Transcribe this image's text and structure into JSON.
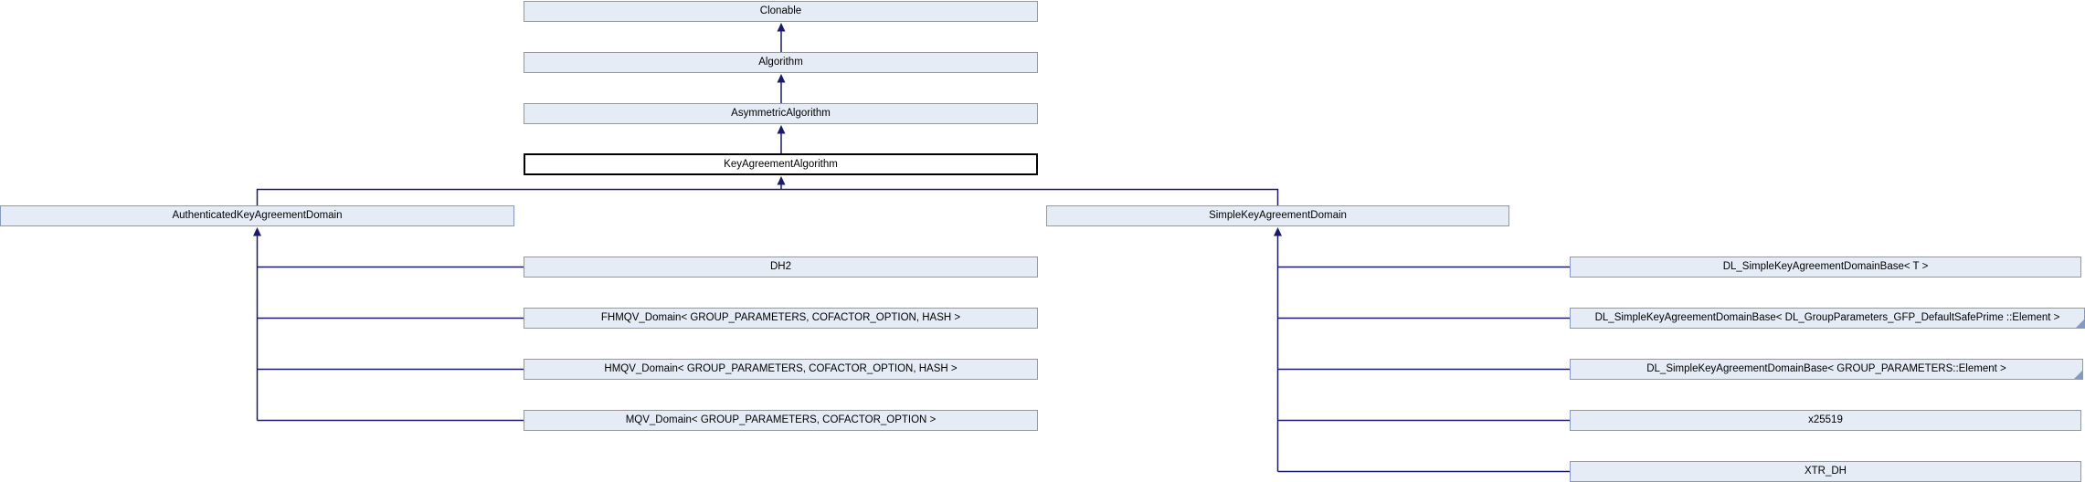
{
  "diagram": {
    "title": "KeyAgreementAlgorithm inheritance diagram",
    "colors": {
      "node_fill": "#E6ECF6",
      "node_border": "#8599C5",
      "edge": "#191970",
      "current_node_fill": "#FFFFFF",
      "current_node_border": "#000000",
      "text": "#000000",
      "background": "#FFFFFF"
    },
    "nodes": {
      "clonable": {
        "label": "Clonable"
      },
      "algorithm": {
        "label": "Algorithm"
      },
      "asymmetric_algorithm": {
        "label": "AsymmetricAlgorithm"
      },
      "key_agreement_algorithm": {
        "label": "KeyAgreementAlgorithm",
        "current": true
      },
      "authenticated_key_agreement_domain": {
        "label": "AuthenticatedKeyAgreementDomain"
      },
      "simple_key_agreement_domain": {
        "label": "SimpleKeyAgreementDomain"
      },
      "dh2": {
        "label": "DH2"
      },
      "fhmqv_domain": {
        "label": "FHMQV_Domain< GROUP_PARAMETERS, COFACTOR_OPTION, HASH >"
      },
      "hmqv_domain": {
        "label": "HMQV_Domain< GROUP_PARAMETERS, COFACTOR_OPTION, HASH >"
      },
      "mqv_domain": {
        "label": "MQV_Domain< GROUP_PARAMETERS, COFACTOR_OPTION >"
      },
      "dl_simple_base_t": {
        "label": "DL_SimpleKeyAgreementDomainBase< T >"
      },
      "dl_simple_base_gfp": {
        "label": "DL_SimpleKeyAgreementDomainBase< DL_GroupParameters_GFP_DefaultSafePrime ::Element >",
        "folded_corner": true
      },
      "dl_simple_base_gp": {
        "label": "DL_SimpleKeyAgreementDomainBase< GROUP_PARAMETERS::Element >",
        "folded_corner": true
      },
      "x25519": {
        "label": "x25519"
      },
      "xtr_dh": {
        "label": "XTR_DH"
      }
    },
    "edges": [
      {
        "from": "Algorithm",
        "to": "Clonable"
      },
      {
        "from": "AsymmetricAlgorithm",
        "to": "Algorithm"
      },
      {
        "from": "KeyAgreementAlgorithm",
        "to": "AsymmetricAlgorithm"
      },
      {
        "from": "AuthenticatedKeyAgreementDomain",
        "to": "KeyAgreementAlgorithm"
      },
      {
        "from": "SimpleKeyAgreementDomain",
        "to": "KeyAgreementAlgorithm"
      },
      {
        "from": "DH2",
        "to": "AuthenticatedKeyAgreementDomain"
      },
      {
        "from": "FHMQV_Domain< GROUP_PARAMETERS, COFACTOR_OPTION, HASH >",
        "to": "AuthenticatedKeyAgreementDomain"
      },
      {
        "from": "HMQV_Domain< GROUP_PARAMETERS, COFACTOR_OPTION, HASH >",
        "to": "AuthenticatedKeyAgreementDomain"
      },
      {
        "from": "MQV_Domain< GROUP_PARAMETERS, COFACTOR_OPTION >",
        "to": "AuthenticatedKeyAgreementDomain"
      },
      {
        "from": "DL_SimpleKeyAgreementDomainBase< T >",
        "to": "SimpleKeyAgreementDomain"
      },
      {
        "from": "DL_SimpleKeyAgreementDomainBase< DL_GroupParameters_GFP_DefaultSafePrime ::Element >",
        "to": "SimpleKeyAgreementDomain"
      },
      {
        "from": "DL_SimpleKeyAgreementDomainBase< GROUP_PARAMETERS::Element >",
        "to": "SimpleKeyAgreementDomain"
      },
      {
        "from": "x25519",
        "to": "SimpleKeyAgreementDomain"
      },
      {
        "from": "XTR_DH",
        "to": "SimpleKeyAgreementDomain"
      }
    ]
  }
}
